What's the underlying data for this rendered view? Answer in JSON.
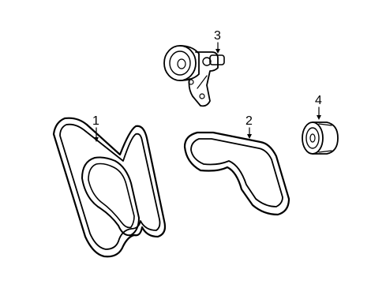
{
  "callouts": {
    "part1": "1",
    "part2": "2",
    "part3": "3",
    "part4": "4"
  },
  "parts": [
    {
      "number": "1",
      "icon": "serpentine-belt-long-icon"
    },
    {
      "number": "2",
      "icon": "serpentine-belt-short-icon"
    },
    {
      "number": "3",
      "icon": "belt-tensioner-icon"
    },
    {
      "number": "4",
      "icon": "idler-pulley-icon"
    }
  ],
  "colors": {
    "line": "#000000",
    "background": "#ffffff"
  }
}
